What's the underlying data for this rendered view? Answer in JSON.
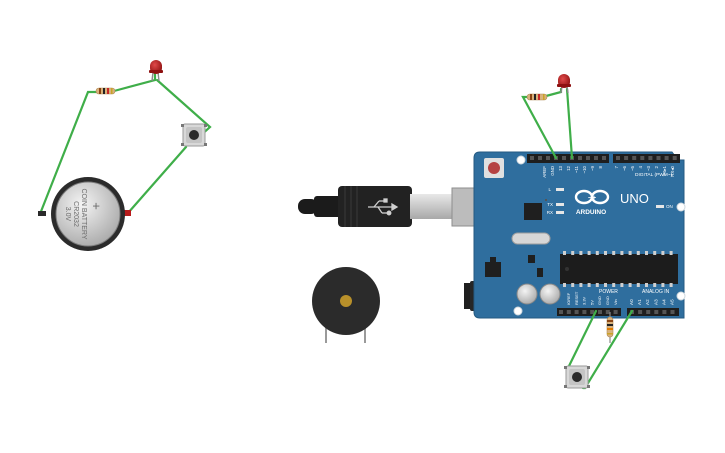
{
  "battery": {
    "plus": "+",
    "line1": "COIN BATTERY",
    "line2": "CR2032",
    "line3": "3.0V"
  },
  "arduino": {
    "logo_plus_minus": "−+",
    "brand": "ARDUINO",
    "model": "UNO",
    "on_label": "ON",
    "digital_header": "DIGITAL (PWM~)",
    "power_header": "POWER",
    "analog_header": "ANALOG IN",
    "led_l": "L",
    "led_tx": "TX",
    "led_rx": "RX",
    "top_pins": [
      "AREF",
      "GND",
      "13",
      "12",
      "~11",
      "~10",
      "~9",
      "8",
      "7",
      "~6",
      "~5",
      "4",
      "~3",
      "2",
      "TX▸1",
      "RX◂0"
    ],
    "power_pins": [
      "IOREF",
      "RESET",
      "3.3V",
      "5V",
      "GND",
      "GND",
      "Vin"
    ],
    "analog_pins": [
      "A0",
      "A1",
      "A2",
      "A3",
      "A4",
      "A5"
    ]
  },
  "colors": {
    "wire": "#3fae49",
    "board": "#2f6e9e",
    "led": "#b31b1b"
  }
}
